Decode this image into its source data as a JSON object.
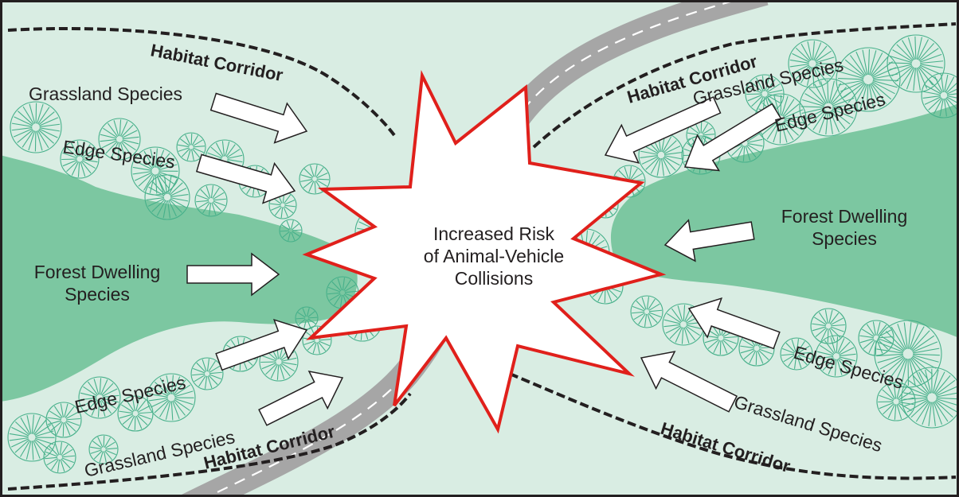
{
  "labels": {
    "center_line1": "Increased Risk",
    "center_line2": "of Animal-Vehicle",
    "center_line3": "Collisions",
    "habitat_corridor": "Habitat Corridor",
    "grassland_species": "Grassland Species",
    "edge_species": "Edge Species",
    "forest_line1": "Forest Dwelling",
    "forest_line2": "Species"
  },
  "colors": {
    "background": "#d9ede3",
    "forest": "#7cc7a1",
    "tree_stroke": "#46b08a",
    "road": "#a6a6a6",
    "road_marking": "#ffffff",
    "burst_outline": "#e0201b",
    "corridor_line": "#231f20",
    "frame": "#231f20"
  }
}
